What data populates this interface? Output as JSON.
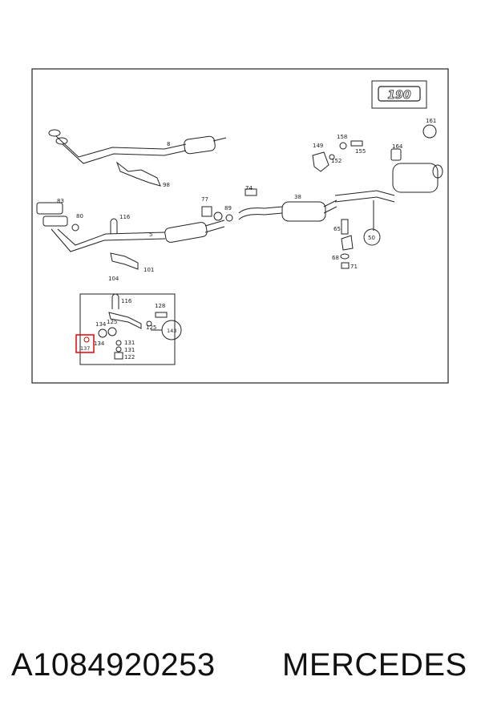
{
  "model_badge": "190",
  "callouts": [
    "8",
    "98",
    "83",
    "80",
    "116",
    "5",
    "104",
    "101",
    "77",
    "89",
    "74",
    "38",
    "149",
    "158",
    "155",
    "152",
    "164",
    "161",
    "65",
    "50",
    "68",
    "71",
    "116",
    "128",
    "134",
    "125",
    "125",
    "137",
    "134",
    "131",
    "131",
    "122",
    "143"
  ],
  "highlighted_callout": "137",
  "footer": {
    "part_number": "A1084920253",
    "brand": "MERCEDES"
  }
}
